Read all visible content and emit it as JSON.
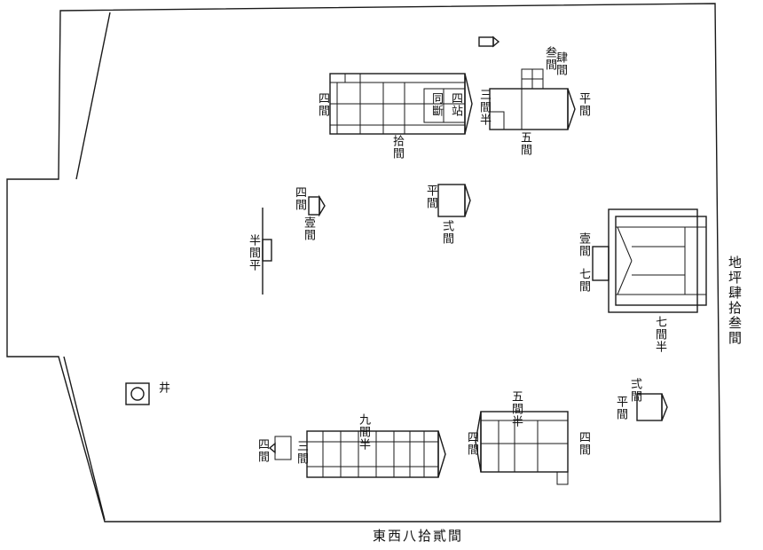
{
  "compound": {
    "right_caption": "地坪肆拾叁間",
    "bottom_caption": "東西八拾貳間"
  },
  "main_hall": {
    "label_a": "壹間",
    "label_b": "七間",
    "label_c": "七間半"
  },
  "hall_top": {
    "length": "拾間",
    "plaque": "四站",
    "plaque2": "同斷",
    "side": "四間"
  },
  "gate_house": {
    "label_a": "叁間",
    "label_b": "肆間",
    "label_c": "五間",
    "label_d": "三間半"
  },
  "small_shrine": {
    "label": "平間"
  },
  "center_shrine": {
    "label_a": "弍間",
    "label_b": "平間"
  },
  "left_pavilion": {
    "label_a": "壹間",
    "label_b": "四間"
  },
  "wall_marker": {
    "label": "半間平"
  },
  "well": {
    "label": "井"
  },
  "row_house": {
    "length": "九間半",
    "side": "三間",
    "end_label": "四間"
  },
  "bottom_hall": {
    "length": "五間半",
    "side_a": "四間",
    "side_b": "四間"
  },
  "bottom_right_shrine": {
    "label_a": "弍間",
    "label_b": "平間"
  }
}
